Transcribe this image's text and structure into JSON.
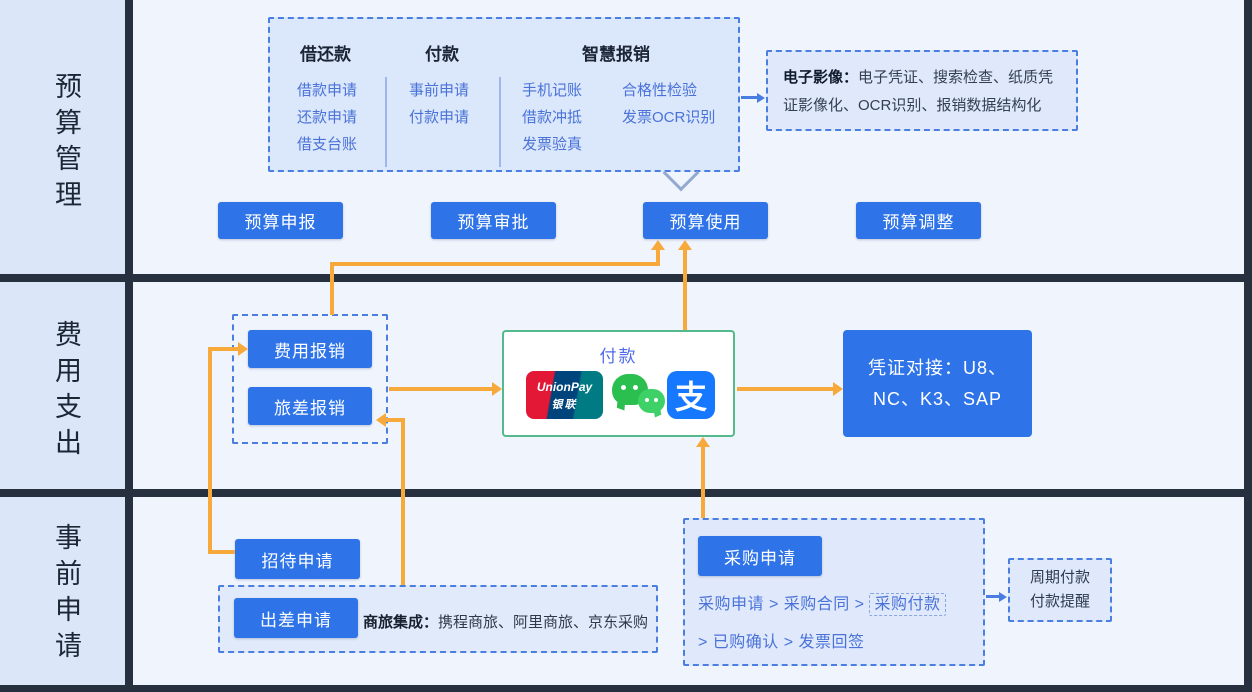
{
  "colors": {
    "button_blue": "#2e74e8",
    "arrow_orange": "#f8a93c",
    "arrow_blue": "#4a7de2",
    "payment_border_green": "#55b98e",
    "divider_dark": "#27303f",
    "item_text_blue": "#4a72d9"
  },
  "sidebar": {
    "sections": [
      "预算管理",
      "费用支出",
      "事前申请"
    ]
  },
  "loan_panel": {
    "col1": {
      "title": "借还款",
      "items": [
        "借款申请",
        "还款申请",
        "借支台账"
      ]
    },
    "col2": {
      "title": "付款",
      "items": [
        "事前申请",
        "付款申请"
      ]
    },
    "col3": {
      "title": "智慧报销",
      "items_a": [
        "手机记账",
        "借款冲抵",
        "发票验真"
      ],
      "items_b": [
        "合格性检验",
        "发票OCR识别"
      ]
    }
  },
  "eimage": {
    "label": "电子影像：",
    "text": "电子凭证、搜索检查、纸质凭证影像化、OCR识别、报销数据结构化"
  },
  "budget_buttons": {
    "declare": "预算申报",
    "approve": "预算审批",
    "use": "预算使用",
    "adjust": "预算调整"
  },
  "expense": {
    "expense_btn": "费用报销",
    "travel_btn": "旅差报销"
  },
  "payment": {
    "title": "付款",
    "unionpay_text": "UnionPay",
    "unionpay_sub": "银联",
    "alipay_glyph": "支"
  },
  "voucher": {
    "line1": "凭证对接：U8、",
    "line2": "NC、K3、SAP"
  },
  "pre_apply": {
    "reception_btn": "招待申请",
    "trip_btn": "出差申请",
    "travel_label": "商旅集成：",
    "travel_text": "携程商旅、阿里商旅、京东采购",
    "purchase_btn": "采购申请",
    "flow_pre": "采购申请 > 采购合同 > ",
    "flow_highlight": "采购付款",
    "flow_line2": "> 已购确认 > 发票回签",
    "cycle_line1": "周期付款",
    "cycle_line2": "付款提醒"
  }
}
